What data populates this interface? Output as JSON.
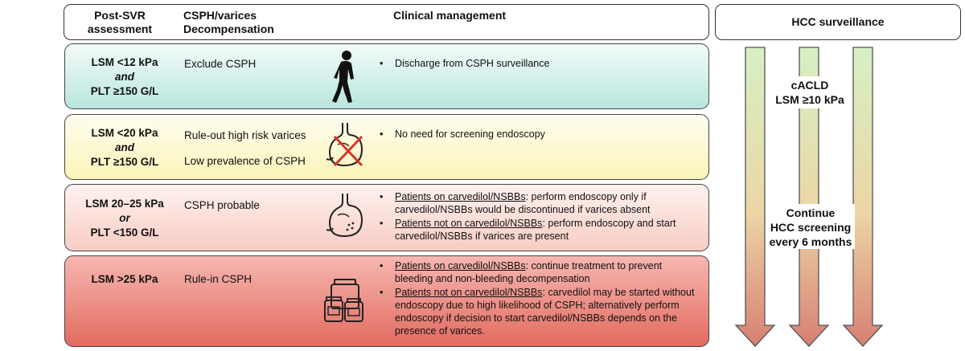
{
  "header": {
    "col1_line1": "Post-SVR",
    "col1_line2": "assessment",
    "col2_line1": "CSPH/varices",
    "col2_line2": "Decompensation",
    "col3": "Clinical management",
    "col4": "HCC surveillance"
  },
  "rows": [
    {
      "criteria_line1": "LSM <12 kPa",
      "criteria_conj": "and",
      "criteria_line2": "PLT ≥150 G/L",
      "label1": "Exclude CSPH",
      "bullets": [
        {
          "text": "Discharge from CSPH surveillance"
        }
      ],
      "icon": "walking-person-icon"
    },
    {
      "criteria_line1": "LSM <20 kPa",
      "criteria_conj": "and",
      "criteria_line2": "PLT ≥150 G/L",
      "label1": "Rule-out high risk varices",
      "label2": "Low prevalence of CSPH",
      "bullets": [
        {
          "text": "No need for screening endoscopy"
        }
      ],
      "icon": "stomach-crossed-icon",
      "icon_cross_color": "#d9332b"
    },
    {
      "criteria_line1": "LSM 20–25 kPa",
      "criteria_conj": "or",
      "criteria_line2": "PLT <150 G/L",
      "label1": "CSPH probable",
      "bullets": [
        {
          "underlined": "Patients on carvedilol/NSBBs",
          "text": ": perform endoscopy only if carvedilol/NSBBs would be discontinued if varices absent"
        },
        {
          "underlined": "Patients not on carvedilol/NSBBs",
          "text": ": perform endoscopy and start carvedilol/NSBBs if varices are present"
        }
      ],
      "icon": "stomach-icon"
    },
    {
      "criteria_line1": "LSM >25 kPa",
      "label1": "Rule-in CSPH",
      "bullets": [
        {
          "underlined": "Patients on carvedilol/NSBBs",
          "text": ": continue treatment to prevent bleeding and non-bleeding decompensation"
        },
        {
          "underlined": "Patients not on carvedilol/NSBBs",
          "text": ": carvedilol may be started without endoscopy due to high likelihood of CSPH; alternatively perform endoscopy if decision to start carvedilol/NSBBs depends on the presence of varices."
        }
      ],
      "icon": "medication-bottles-icon"
    }
  ],
  "hcc": {
    "label1_line1": "cACLD",
    "label1_line2": "LSM ≥10 kPa",
    "label2_line1": "Continue",
    "label2_line2": "HCC screening",
    "label2_line3": "every 6 months"
  },
  "colors": {
    "green": "#b9e6de",
    "yellow": "#fbf4b8",
    "pink": "#f7ccc3",
    "red": "#e26b60",
    "arrow_top": "#d6f0c4",
    "arrow_bottom": "#d77f72"
  }
}
